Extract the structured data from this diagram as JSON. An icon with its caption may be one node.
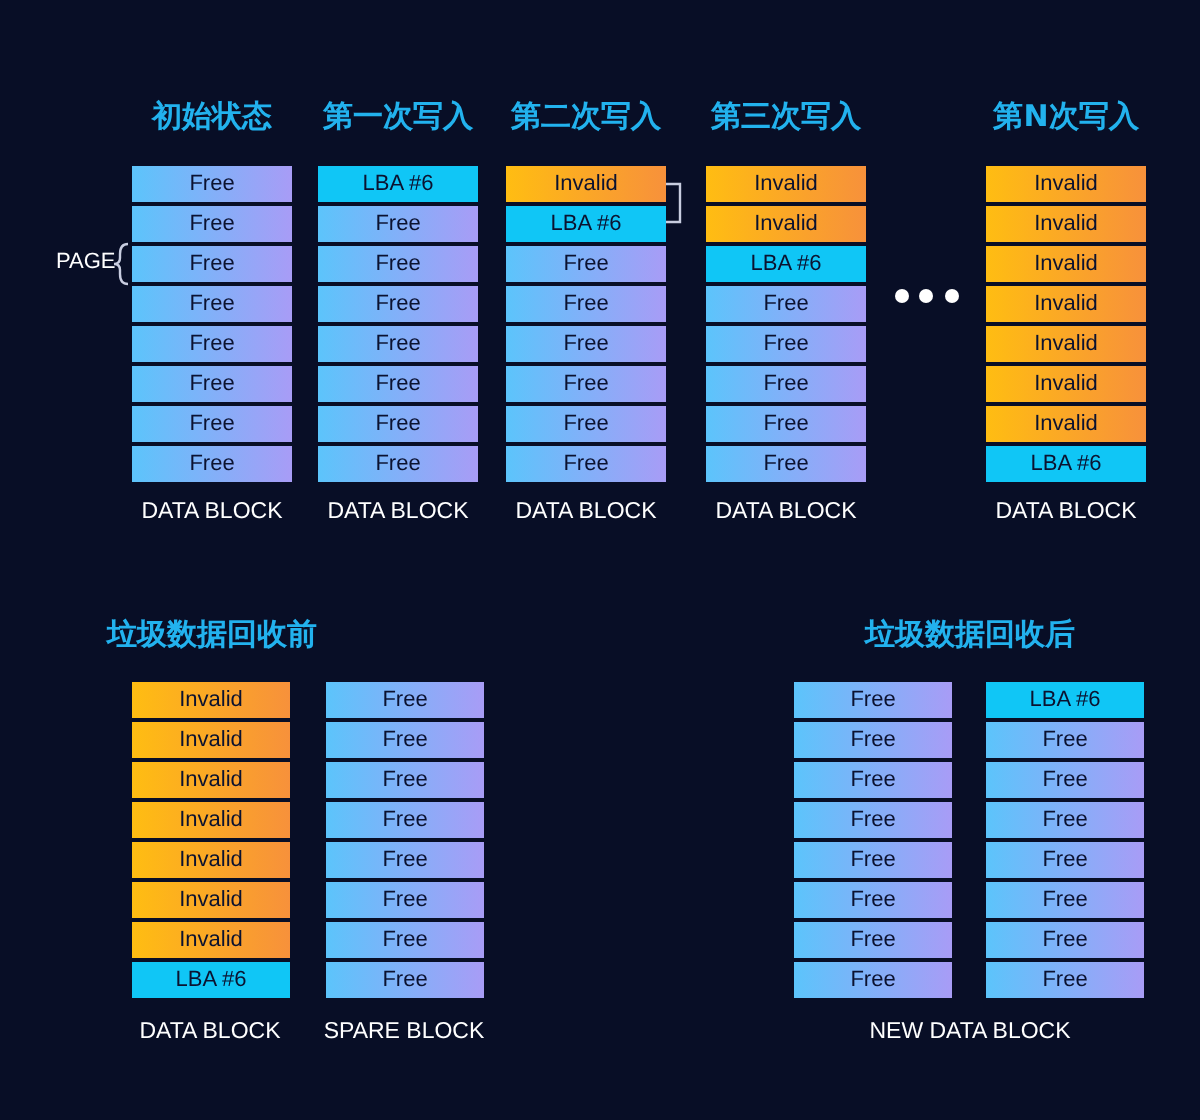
{
  "diagram": {
    "nodes": [
      {
        "text": [
          "Free"
        ]
      },
      {
        "text": [
          "Free"
        ]
      },
      {
        "text": [
          "Free"
        ]
      },
      {
        "text": [
          "Free"
        ]
      },
      {
        "text": [
          "Free"
        ]
      },
      {
        "text": [
          "Free"
        ]
      },
      {
        "text": [
          "Free"
        ]
      },
      {
        "text": [
          "Free"
        ]
      },
      {
        "text": [
          "LBA #6"
        ]
      },
      {
        "text": [
          "Free"
        ]
      },
      {
        "text": [
          "Free"
        ]
      },
      {
        "text": [
          "Free"
        ]
      },
      {
        "text": [
          "Free"
        ]
      },
      {
        "text": [
          "Free"
        ]
      },
      {
        "text": [
          "Free"
        ]
      },
      {
        "text": [
          "Free"
        ]
      },
      {
        "text": [
          "Invalid"
        ]
      },
      {
        "text": [
          "LBA #6"
        ]
      },
      {
        "text": [
          "Free"
        ]
      },
      {
        "text": [
          "Free"
        ]
      },
      {
        "text": [
          "Free"
        ]
      },
      {
        "text": [
          "Free"
        ]
      },
      {
        "text": [
          "Free"
        ]
      },
      {
        "text": [
          "Free"
        ]
      },
      {
        "text": [
          "Invalid"
        ]
      },
      {
        "text": [
          "Invalid"
        ]
      },
      {
        "text": [
          "LBA #6"
        ]
      },
      {
        "text": [
          "Free"
        ]
      },
      {
        "text": [
          "Free"
        ]
      },
      {
        "text": [
          "Free"
        ]
      },
      {
        "text": [
          "Free"
        ]
      },
      {
        "text": [
          "Free"
        ]
      },
      {
        "text": [
          "Invalid"
        ]
      },
      {
        "text": [
          "Invalid"
        ]
      },
      {
        "text": [
          "Invalid"
        ]
      },
      {
        "text": [
          "Invalid"
        ]
      },
      {
        "text": [
          "Invalid"
        ]
      },
      {
        "text": [
          "Invalid"
        ]
      },
      {
        "text": [
          "Invalid"
        ]
      },
      {
        "text": [
          "LBA #6"
        ]
      },
      {
        "text": [
          "Invalid"
        ]
      },
      {
        "text": [
          "Invalid"
        ]
      },
      {
        "text": [
          "Invalid"
        ]
      },
      {
        "text": [
          "Invalid"
        ]
      },
      {
        "text": [
          "Invalid"
        ]
      },
      {
        "text": [
          "Invalid"
        ]
      },
      {
        "text": [
          "Invalid"
        ]
      },
      {
        "text": [
          "LBA #6"
        ]
      },
      {
        "text": [
          "Free"
        ]
      },
      {
        "text": [
          "Free"
        ]
      },
      {
        "text": [
          "Free"
        ]
      },
      {
        "text": [
          "Free"
        ]
      },
      {
        "text": [
          "Free"
        ]
      },
      {
        "text": [
          "Free"
        ]
      },
      {
        "text": [
          "Free"
        ]
      },
      {
        "text": [
          "Free"
        ]
      },
      {
        "text": [
          "Free"
        ]
      },
      {
        "text": [
          "Free"
        ]
      },
      {
        "text": [
          "Free"
        ]
      },
      {
        "text": [
          "Free"
        ]
      },
      {
        "text": [
          "Free"
        ]
      },
      {
        "text": [
          "Free"
        ]
      },
      {
        "text": [
          "Free"
        ]
      },
      {
        "text": [
          "Free"
        ]
      },
      {
        "text": [
          "LBA #6"
        ]
      },
      {
        "text": [
          "Free"
        ]
      },
      {
        "text": [
          "Free"
        ]
      },
      {
        "text": [
          "Free"
        ]
      },
      {
        "text": [
          "Free"
        ]
      },
      {
        "text": [
          "Free"
        ]
      },
      {
        "text": [
          "Free"
        ]
      },
      {
        "text": [
          "Free"
        ]
      }
    ],
    "labels": [
      "初始状态",
      "第一次写入",
      "第二次写入",
      "第三次写入",
      "第N次写入",
      "PAGE",
      "DATA BLOCK",
      "DATA BLOCK",
      "DATA BLOCK",
      "DATA BLOCK",
      "DATA BLOCK",
      "垃圾数据回收前",
      "垃圾数据回收后",
      "DATA BLOCK",
      "SPARE BLOCK",
      "NEW DATA BLOCK"
    ]
  }
}
